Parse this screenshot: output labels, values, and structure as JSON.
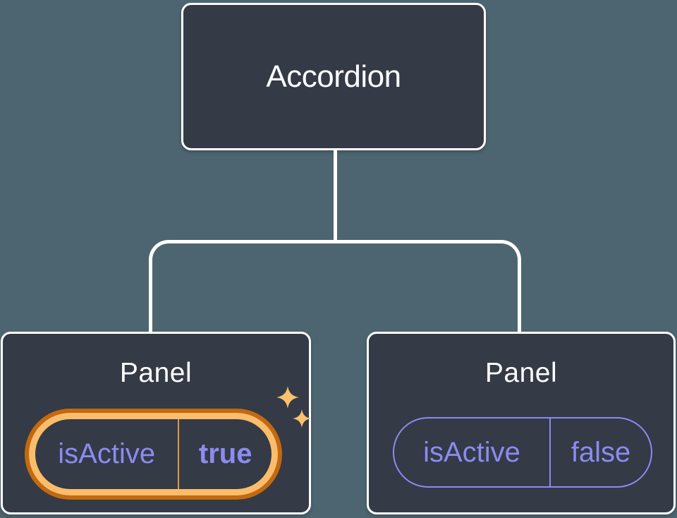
{
  "diagram": {
    "root": {
      "label": "Accordion"
    },
    "panels": [
      {
        "label": "Panel",
        "prop": {
          "name": "isActive",
          "value": "true"
        },
        "highlighted": true,
        "badge_icon": "sparkles-icon"
      },
      {
        "label": "Panel",
        "prop": {
          "name": "isActive",
          "value": "false"
        },
        "highlighted": false
      }
    ]
  },
  "colors": {
    "background": "#4D6570",
    "node_fill": "#343A46",
    "node_border": "#FFFFFF",
    "connector": "#FFFFFF",
    "title_text": "#FFFFFF",
    "prop_text": "#8B8BF0",
    "prop_border": "#8B8BF0",
    "highlight_outer": "#C4690F",
    "highlight_inner": "#FBBD6B",
    "highlight_divider": "#DD9A3F",
    "sparkle": "#FAC16D"
  }
}
